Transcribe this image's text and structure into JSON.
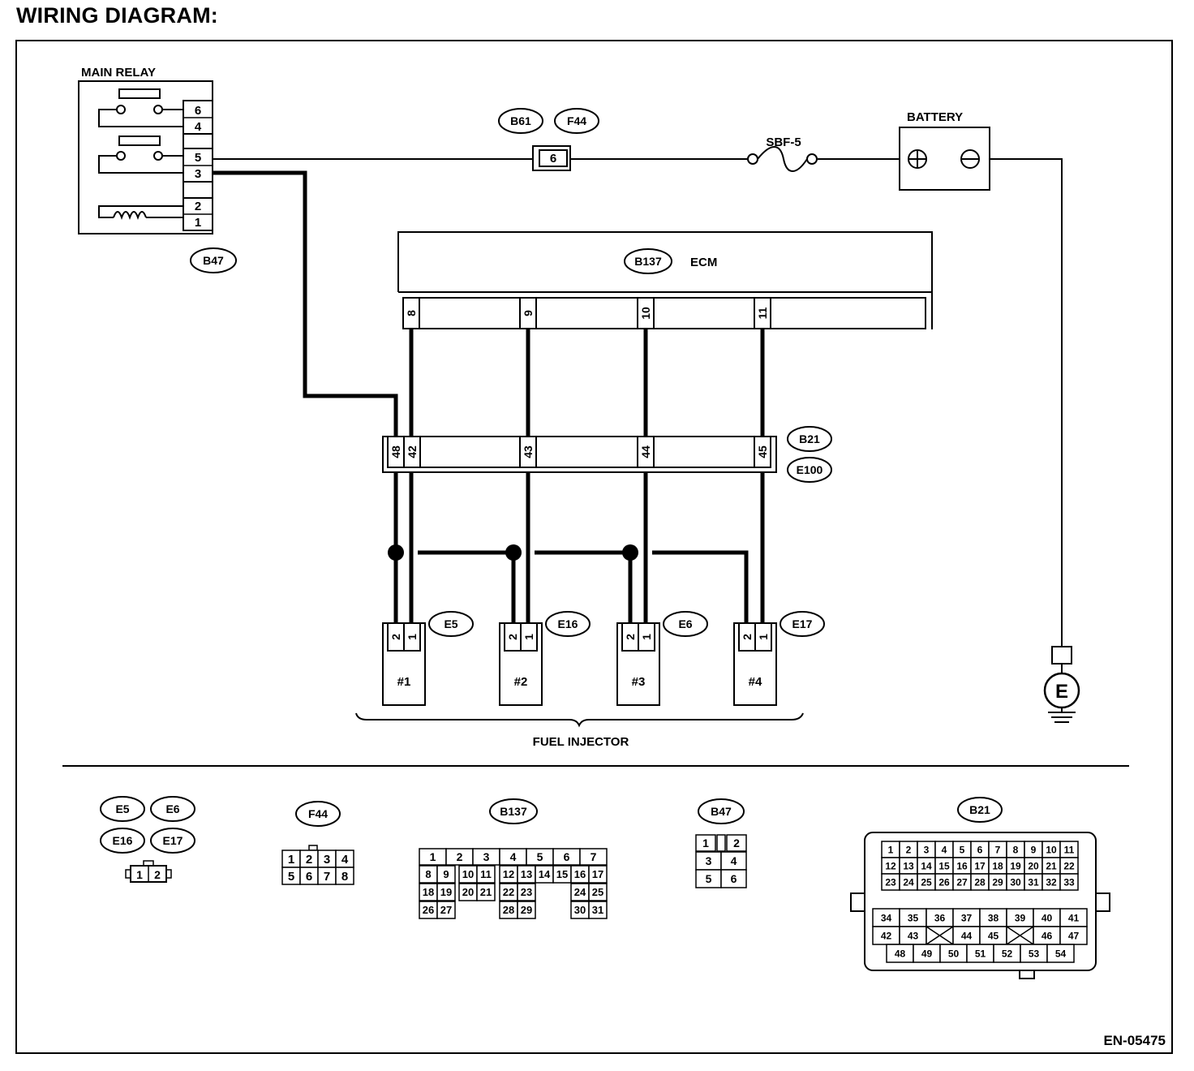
{
  "title": "WIRING DIAGRAM:",
  "footer_code": "EN-05475",
  "components": {
    "main_relay": {
      "label": "MAIN RELAY",
      "connector": "B47",
      "pins": [
        "6",
        "4",
        "5",
        "3",
        "",
        "2",
        "1"
      ]
    },
    "battery": {
      "label": "BATTERY"
    },
    "fuse": {
      "label": "SBF-5"
    },
    "joint_connector": {
      "ids": [
        "B61",
        "F44"
      ],
      "pin": "6"
    },
    "ecm": {
      "label": "ECM",
      "connector": "B137",
      "pins": [
        "8",
        "9",
        "10",
        "11"
      ]
    },
    "intermediate_connector": {
      "ids": [
        "B21",
        "E100"
      ],
      "pins": [
        "48",
        "42",
        "43",
        "44",
        "45"
      ]
    },
    "fuel_injector": {
      "label": "FUEL INJECTOR",
      "units": [
        {
          "name": "#1",
          "connector": "E5",
          "pins": [
            "2",
            "1"
          ]
        },
        {
          "name": "#2",
          "connector": "E16",
          "pins": [
            "2",
            "1"
          ]
        },
        {
          "name": "#3",
          "connector": "E6",
          "pins": [
            "2",
            "1"
          ]
        },
        {
          "name": "#4",
          "connector": "E17",
          "pins": [
            "2",
            "1"
          ]
        }
      ]
    },
    "ground": {
      "label": "E"
    }
  },
  "connector_faces": {
    "injector": {
      "ids": [
        "E5",
        "E6",
        "E16",
        "E17"
      ],
      "pins": [
        "1",
        "2"
      ]
    },
    "f44": {
      "id": "F44",
      "rows": [
        [
          "1",
          "2",
          "3",
          "4"
        ],
        [
          "5",
          "6",
          "7",
          "8"
        ]
      ]
    },
    "b137": {
      "id": "B137",
      "rows": [
        [
          "1",
          "2",
          "3",
          "4",
          "5",
          "6",
          "7"
        ],
        [
          "8",
          "9",
          "10",
          "11",
          "12",
          "13",
          "14",
          "15",
          "16",
          "17"
        ],
        [
          "18",
          "19",
          "20",
          "21",
          "22",
          "23",
          "24",
          "25"
        ],
        [
          "26",
          "27",
          "28",
          "29",
          "30",
          "31"
        ]
      ]
    },
    "b47": {
      "id": "B47",
      "rows": [
        [
          "1",
          "2"
        ],
        [
          "3",
          "4"
        ],
        [
          "5",
          "6"
        ]
      ]
    },
    "b21": {
      "id": "B21",
      "rows": [
        [
          "1",
          "2",
          "3",
          "4",
          "5",
          "6",
          "7",
          "8",
          "9",
          "10",
          "11"
        ],
        [
          "12",
          "13",
          "14",
          "15",
          "16",
          "17",
          "18",
          "19",
          "20",
          "21",
          "22"
        ],
        [
          "23",
          "24",
          "25",
          "26",
          "27",
          "28",
          "29",
          "30",
          "31",
          "32",
          "33"
        ],
        [
          "34",
          "35",
          "36",
          "37",
          "38",
          "39",
          "40",
          "41"
        ],
        [
          "42",
          "43",
          "44",
          "45",
          "46",
          "47"
        ],
        [
          "48",
          "49",
          "50",
          "51",
          "52",
          "53",
          "54"
        ]
      ]
    }
  }
}
